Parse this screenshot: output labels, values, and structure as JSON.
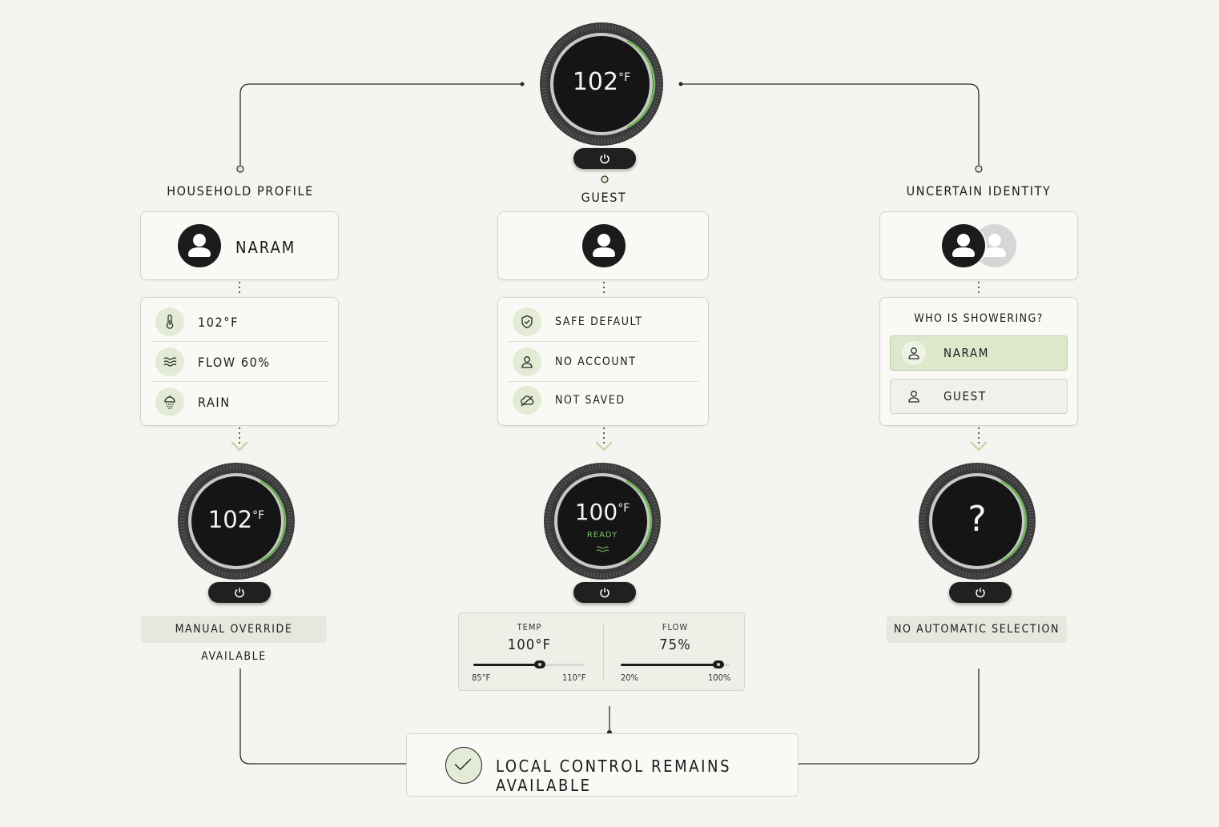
{
  "top_knob": {
    "temp": "102",
    "unit": "°F"
  },
  "branches": {
    "household": {
      "heading": "HOUSEHOLD PROFILE",
      "profile_name": "NARAM",
      "settings": [
        {
          "icon": "thermometer-icon",
          "label": "102°F"
        },
        {
          "icon": "waves-icon",
          "label": "FLOW 60%"
        },
        {
          "icon": "shower-icon",
          "label": "RAIN"
        }
      ],
      "knob": {
        "temp": "102",
        "unit": "°F"
      },
      "note": "MANUAL OVERRIDE AVAILABLE"
    },
    "guest": {
      "heading": "GUEST",
      "settings": [
        {
          "icon": "shield-icon",
          "label": "SAFE DEFAULT"
        },
        {
          "icon": "person-icon",
          "label": "NO ACCOUNT"
        },
        {
          "icon": "cloud-off-icon",
          "label": "NOT SAVED"
        }
      ],
      "knob": {
        "temp": "100",
        "unit": "°F",
        "status": "READY"
      },
      "controls": {
        "temp": {
          "label": "TEMP",
          "value": "100°F",
          "min": "85°F",
          "max": "110°F",
          "level": 0.6
        },
        "flow": {
          "label": "FLOW",
          "value": "75%",
          "min": "20%",
          "max": "100%",
          "level": 0.9
        }
      }
    },
    "uncertain": {
      "heading": "UNCERTAIN IDENTITY",
      "question": "WHO IS SHOWERING?",
      "options": [
        {
          "label": "NARAM",
          "selected": true
        },
        {
          "label": "GUEST",
          "selected": false
        }
      ],
      "knob": {
        "symbol": "?"
      },
      "note": "NO AUTOMATIC SELECTION"
    }
  },
  "footer": {
    "label": "LOCAL CONTROL REMAINS AVAILABLE"
  },
  "colors": {
    "accent": "#6fb35a",
    "accent_soft": "#e3ebd6",
    "ink": "#1b1b1b",
    "background": "#f6f4f0"
  }
}
